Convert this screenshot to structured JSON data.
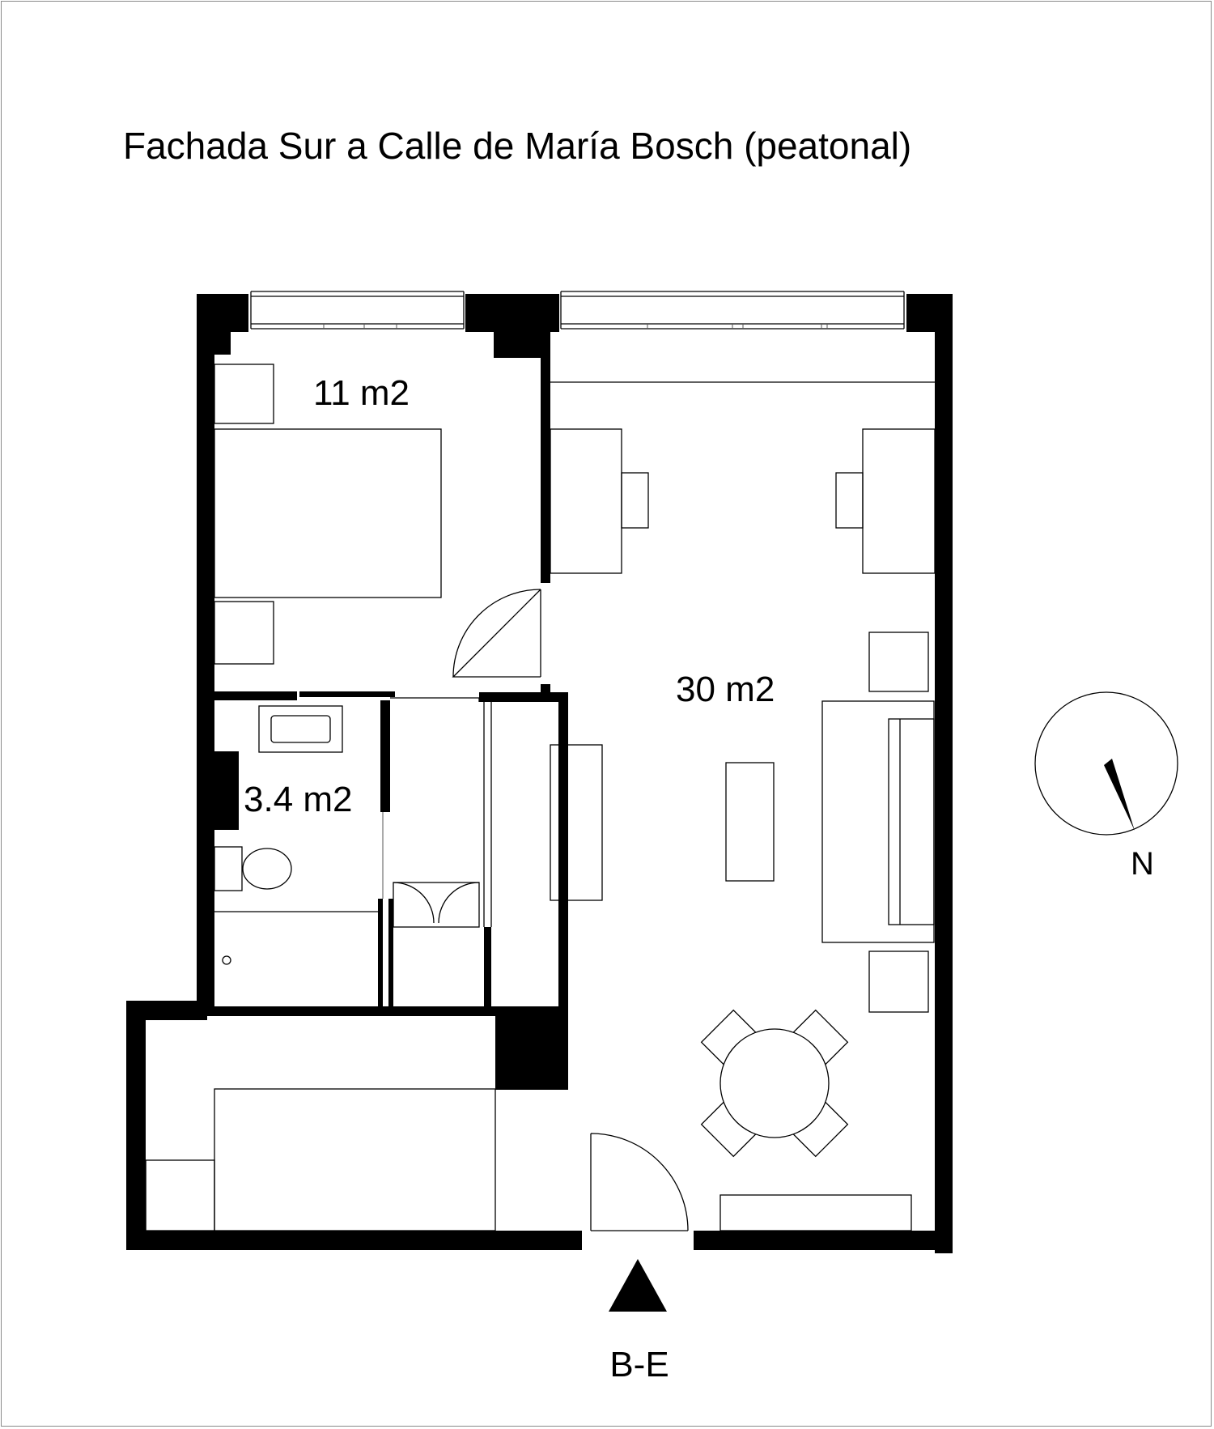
{
  "title": "Fachada Sur a Calle de María Bosch (peatonal)",
  "rooms": [
    {
      "id": "bedroom",
      "area_label": "11 m2"
    },
    {
      "id": "bathroom",
      "area_label": "3.4 m2"
    },
    {
      "id": "living",
      "area_label": "30 m2"
    }
  ],
  "compass": {
    "label": "N"
  },
  "entrance": {
    "label": "B-E"
  },
  "colors": {
    "walls": "#000000",
    "background": "#ffffff",
    "lines": "#000000"
  }
}
